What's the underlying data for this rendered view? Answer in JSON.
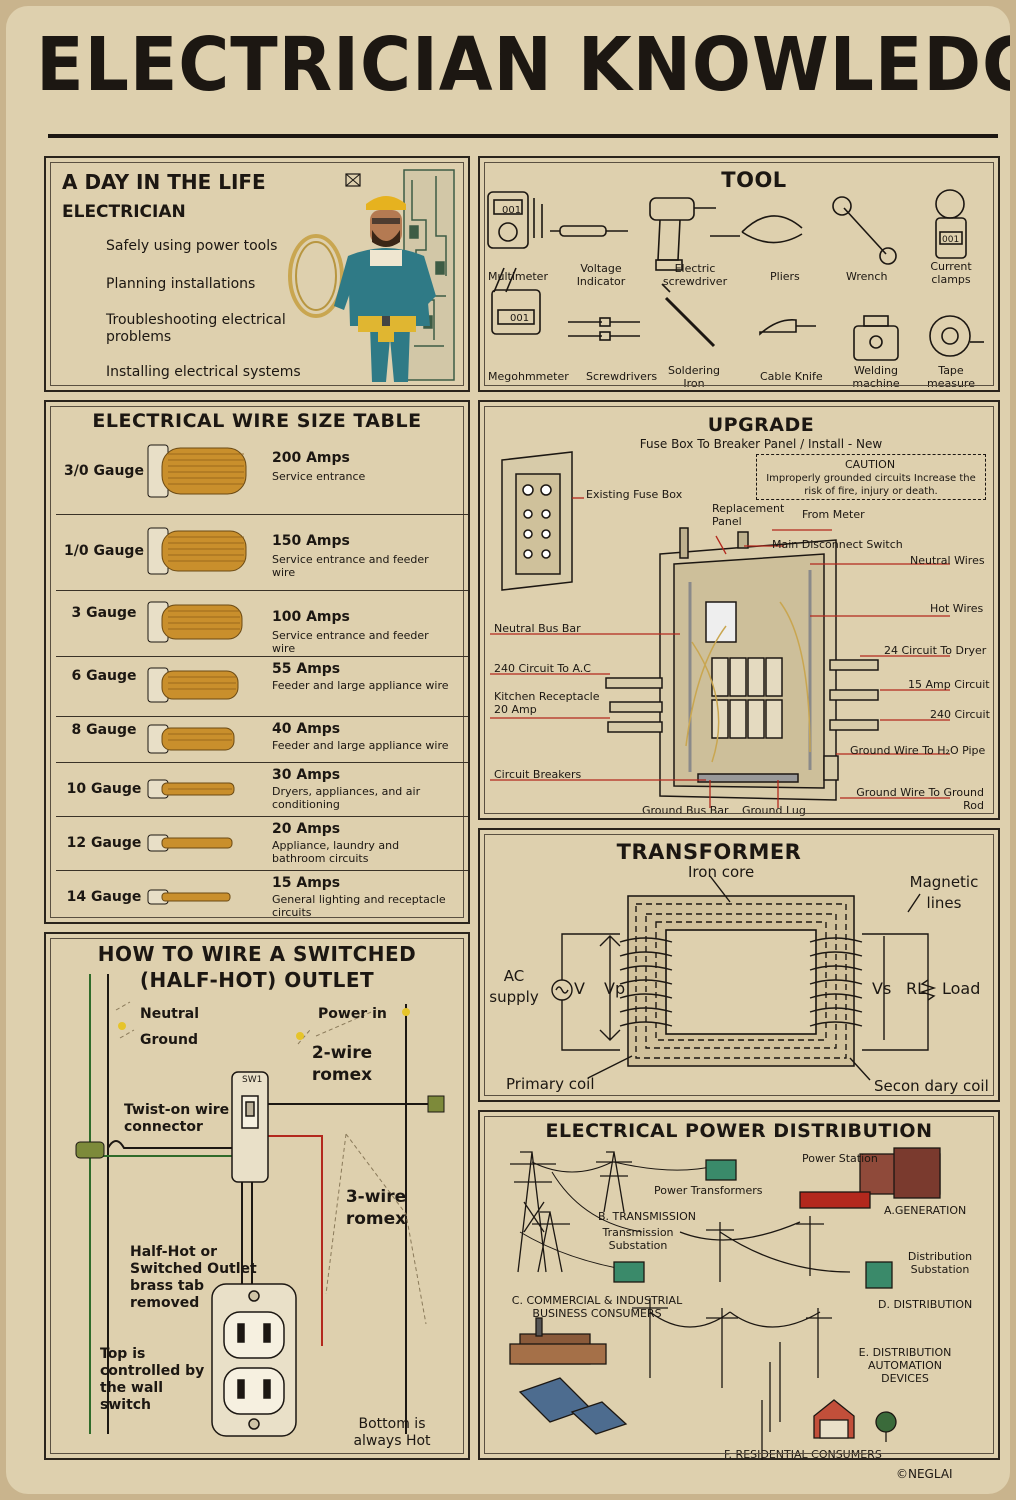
{
  "title": "Electrician Knowledge",
  "day": {
    "heading": "A DAY IN THE LIFE",
    "subheading": "ELECTRICIAN",
    "items": [
      "Safely using power tools",
      "Planning installations",
      "Troubleshooting electrical problems",
      "Installing electrical systems"
    ]
  },
  "tool": {
    "heading": "TOOL",
    "items": [
      "Multimeter",
      "Voltage Indicator",
      "Electric screwdriver",
      "Pliers",
      "Wrench",
      "Current clamps",
      "Megohmmeter",
      "Screwdrivers",
      "Soldering Iron",
      "Cable Knife",
      "Welding machine",
      "Tape measure"
    ],
    "meter_reading": "001"
  },
  "wire": {
    "heading": "ELECTRICAL WIRE SIZE TABLE",
    "rows": [
      {
        "gauge": "3/0 Gauge",
        "amps": "200 Amps",
        "use": "Service entrance"
      },
      {
        "gauge": "1/0 Gauge",
        "amps": "150 Amps",
        "use": "Service entrance and feeder wire"
      },
      {
        "gauge": "3 Gauge",
        "amps": "100 Amps",
        "use": "Service entrance and feeder wire"
      },
      {
        "gauge": "6 Gauge",
        "amps": "55 Amps",
        "use": "Feeder and large appliance wire"
      },
      {
        "gauge": "8 Gauge",
        "amps": "40 Amps",
        "use": "Feeder and large appliance wire"
      },
      {
        "gauge": "10 Gauge",
        "amps": "30 Amps",
        "use": "Dryers, appliances, and air conditioning"
      },
      {
        "gauge": "12 Gauge",
        "amps": "20 Amps",
        "use": "Appliance, laundry and bathroom circuits"
      },
      {
        "gauge": "14 Gauge",
        "amps": "15 Amps",
        "use": "General lighting and receptacle circuits"
      }
    ]
  },
  "upgrade": {
    "heading": "UPGRADE",
    "subheading": "Fuse Box To Breaker Panel / Install - New",
    "caution_title": "CAUTION",
    "caution_text": "Improperly grounded circuits Increase the risk of fire, injury or death.",
    "labels": {
      "existing_fuse_box": "Existing Fuse Box",
      "replacement_panel": "Replacement Panel",
      "from_meter": "From Meter",
      "main_disconnect": "Main Disconnect Switch",
      "neutral_wires": "Neutral Wires",
      "neutral_bus_bar": "Neutral Bus Bar",
      "hot_wires": "Hot Wires",
      "circuit_dryer": "24 Circuit To Dryer",
      "circuit_ac": "240 Circuit To A.C",
      "amp15": "15 Amp Circuit",
      "kitchen": "Kitchen Receptacle 20 Amp",
      "circuit240": "240 Circuit",
      "ground_h2o": "Ground Wire To H₂O Pipe",
      "breakers": "Circuit Breakers",
      "ground_rod": "Ground Wire To Ground Rod",
      "ground_bus": "Ground Bus Bar",
      "ground_lug": "Ground Lug"
    }
  },
  "switched": {
    "heading1": "HOW TO WIRE A SWITCHED",
    "heading2": "(HALF-HOT) OUTLET",
    "neutral": "Neutral",
    "ground": "Ground",
    "power_in": "Power in",
    "two_wire": "2-wire romex",
    "twist": "Twist-on wire connector",
    "three_wire": "3-wire romex",
    "half_hot": "Half-Hot or Switched Outlet brass tab removed",
    "top": "Top is controlled by the wall switch",
    "bottom": "Bottom is always Hot",
    "switch_tag": "SW1"
  },
  "transformer": {
    "heading": "TRANSFORMER",
    "iron_core": "Iron core",
    "magnetic": "Magnetic lines",
    "ac_supply": "AC supply",
    "v": "V",
    "vp": "Vp",
    "vs": "Vs",
    "rl": "RL",
    "load": "Load",
    "primary": "Primary coil",
    "secondary": "Secon dary coil"
  },
  "distribution": {
    "heading": "ELECTRICAL POWER DISTRIBUTION",
    "power_station": "Power Station",
    "power_transformers": "Power Transformers",
    "generation": "A.GENERATION",
    "transmission": "B. TRANSMISSION",
    "transmission_substation": "Transmission Substation",
    "distribution_substation": "Distribution Substation",
    "commercial": "C. COMMERCIAL & INDUSTRIAL BUSINESS CONSUMERS",
    "distribution": "D. DISTRIBUTION",
    "automation": "E. DISTRIBUTION AUTOMATION DEVICES",
    "residential": "F. RESIDENTIAL CONSUMERS"
  },
  "credit": "©NEGLAI",
  "colors": {
    "paper": "#ded0ae",
    "ink": "#1c1712",
    "copper": "#c98f2c",
    "red": "#b3281d",
    "green": "#2f6b2a"
  }
}
